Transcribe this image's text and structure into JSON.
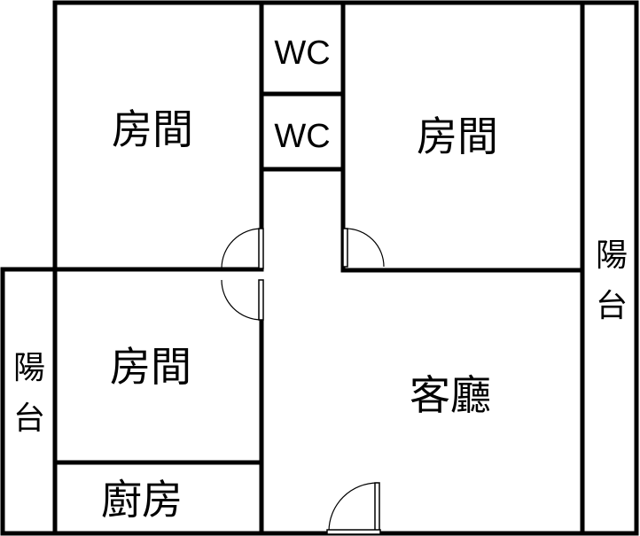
{
  "rooms": {
    "bedroom_top_left": "房間",
    "bedroom_top_right": "房間",
    "bedroom_bottom_left": "房間",
    "living_room": "客廳",
    "kitchen": "廚房",
    "wc_upper": "WC",
    "wc_lower": "WC",
    "balcony_left": [
      "陽",
      "台"
    ],
    "balcony_right": [
      "陽",
      "台"
    ]
  },
  "colors": {
    "wall": "#000000",
    "background": "#ffffff"
  }
}
